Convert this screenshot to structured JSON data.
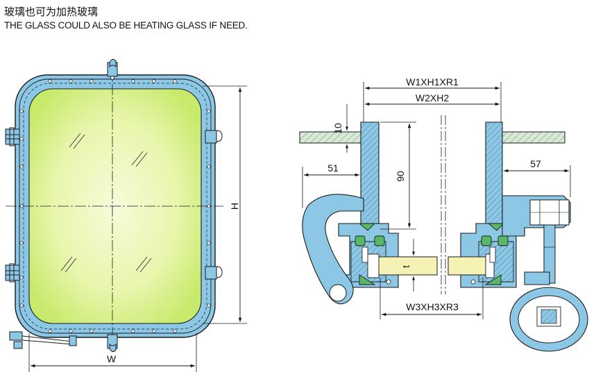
{
  "notes": {
    "chinese": "玻璃也可为加热玻璃",
    "english": "THE GLASS COULD ALSO BE HEATING GLASS IF NEED."
  },
  "front_view": {
    "width_label": "W",
    "height_label": "H"
  },
  "section_view": {
    "overall_label": "W1XH1XR1",
    "opening_label": "W2XH2",
    "glass_label": "W3XH3XR3",
    "plate_thickness": "10",
    "coaming_height": "90",
    "left_offset": "51",
    "right_offset": "57",
    "glass_thickness_label": "t"
  },
  "colors": {
    "frame_blue": "#8cc7e6",
    "glass_green": "#e6f5a3",
    "glass_edge": "#c8ea6c",
    "glass_center": "#f6fbd9",
    "deck_plate": "#d6ead5",
    "seal_green": "#59b865",
    "glass_pane_yellow": "#f6f2b6",
    "line": "#1a1a1a"
  }
}
